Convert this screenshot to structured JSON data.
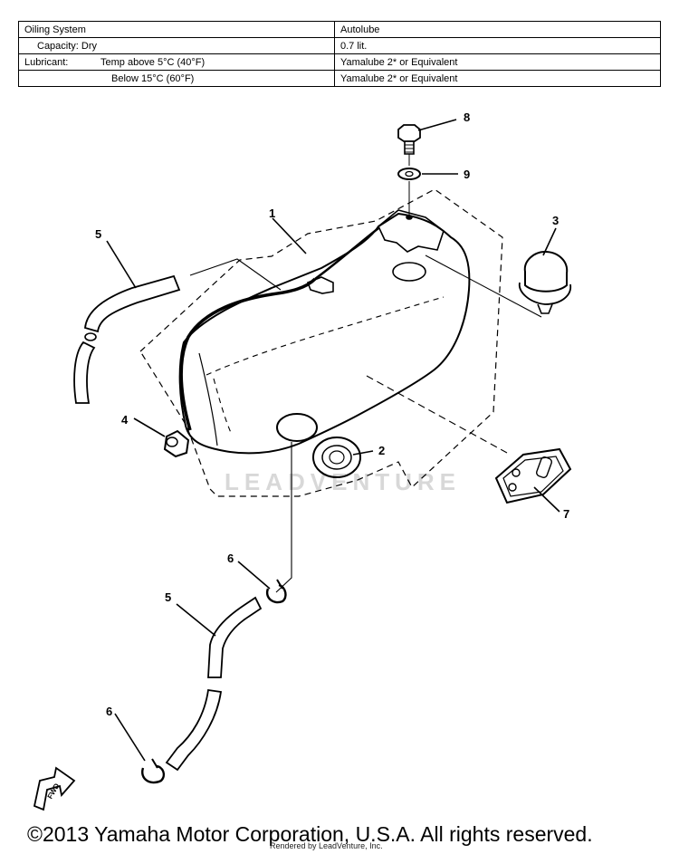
{
  "spec_table": {
    "rows": [
      {
        "left": "Oiling System",
        "right": "Autolube"
      },
      {
        "left": "Capacity:  Dry",
        "right": "0.7 lit."
      },
      {
        "left_a": "Lubricant:",
        "left_b": "Temp above 5°C (40°F)",
        "right": "Yamalube 2* or Equivalent"
      },
      {
        "left": "Below 15°C (60°F)",
        "right": "Yamalube 2* or Equivalent"
      }
    ]
  },
  "callouts": {
    "c1": "1",
    "c2": "2",
    "c3": "3",
    "c4": "4",
    "c5a": "5",
    "c5b": "5",
    "c6a": "6",
    "c6b": "6",
    "c7": "7",
    "c8": "8",
    "c9": "9"
  },
  "fwd_label": "FWD",
  "watermark": "LEADVENTURE",
  "footer": {
    "copyright": "©2013 Yamaha Motor Corporation, U.S.A. All rights reserved.",
    "rendered": "Rendered by LeadVenture, Inc."
  }
}
